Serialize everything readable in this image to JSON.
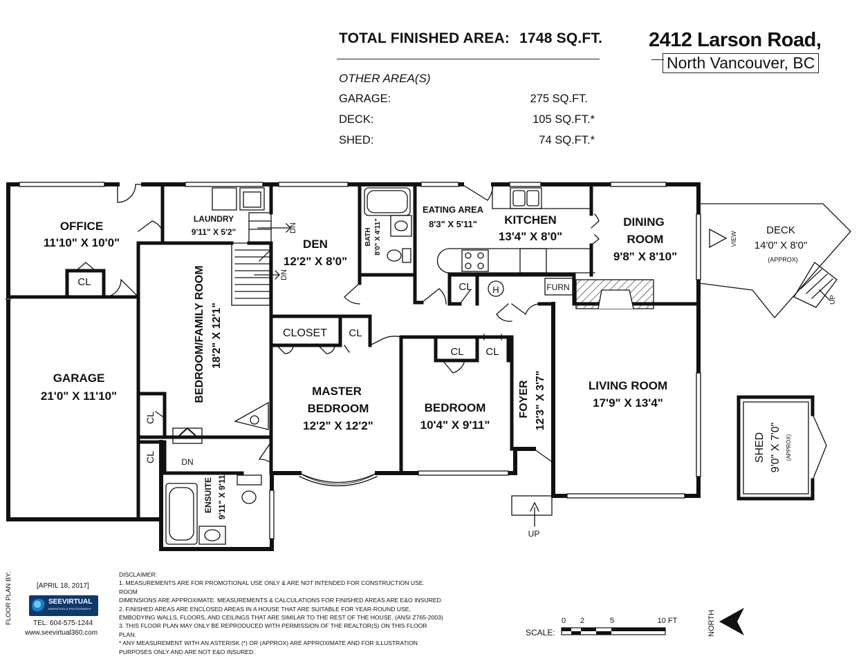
{
  "header": {
    "total_label": "TOTAL FINISHED AREA:",
    "total_value": "1748 SQ.FT.",
    "other_title": "OTHER AREA(S)",
    "other_areas": [
      {
        "name": "GARAGE:",
        "value": "275 SQ.FT."
      },
      {
        "name": "DECK:",
        "value": "105 SQ.FT.*"
      },
      {
        "name": "SHED:",
        "value": "74 SQ.FT.*"
      }
    ],
    "address_line1": "2412 Larson Road,",
    "address_line2": "North Vancouver, BC"
  },
  "rooms": {
    "office": {
      "name": "OFFICE",
      "dims": "11'10\" X 10'0\""
    },
    "laundry": {
      "name": "LAUNDRY",
      "dims": "9'11\" X 5'2\""
    },
    "den": {
      "name": "DEN",
      "dims": "12'2\" X 8'0\""
    },
    "bath": {
      "name": "BATH",
      "dims": "8'0\" X 4'11\""
    },
    "eating": {
      "name": "EATING AREA",
      "dims": "8'3\" X 5'11\""
    },
    "kitchen": {
      "name": "KITCHEN",
      "dims": "13'4\" X 8'0\""
    },
    "dining": {
      "name1": "DINING",
      "name2": "ROOM",
      "dims": "9'8\" X 8'10\""
    },
    "deck": {
      "name": "DECK",
      "dims": "14'0\" X 8'0\"",
      "approx": "(APPROX)"
    },
    "garage": {
      "name": "GARAGE",
      "dims": "21'0\" X 11'10\""
    },
    "family": {
      "name": "BEDROOM/FAMILY ROOM",
      "dims": "18'2\" X 12'1\""
    },
    "master": {
      "name1": "MASTER",
      "name2": "BEDROOM",
      "dims": "12'2\" X 12'2\""
    },
    "bedroom": {
      "name": "BEDROOM",
      "dims": "10'4\" X 9'11\""
    },
    "foyer": {
      "name": "FOYER",
      "dims": "12'3\" X 3'7\""
    },
    "living": {
      "name": "LIVING ROOM",
      "dims": "17'9\" X 13'4\""
    },
    "ensuite": {
      "name": "ENSUITE",
      "dims": "9'11\" X 9'11\""
    },
    "shed": {
      "name": "SHED",
      "dims": "9'0\" X 7'0\"",
      "approx": "(APPROX)"
    }
  },
  "marks": {
    "cl": "CL",
    "closet": "CLOSET",
    "dn": "DN",
    "up": "UP",
    "view": "VIEW",
    "furn": "FURN",
    "h": "H"
  },
  "footer": {
    "floor_plan_by": "FLOOR PLAN BY:",
    "date": "[APRIL 18, 2017]",
    "logo_name": "SEEVIRTUAL",
    "logo_sub": "MARKETING & PHOTOGRAPHY",
    "tel": "TEL: 604-575-1244",
    "web": "www.seevirtual360.com",
    "disclaimer": [
      "DISCLAIMER:",
      "1. MEASUREMENTS ARE FOR PROMOTIONAL USE ONLY & ARE NOT INTENDED FOR CONSTRUCTION USE. ROOM",
      "DIMENSIONS ARE APPROXIMATE.  MEASUREMENTS & CALCULATIONS FOR FINISHED AREAS ARE E&O INSURED.",
      "2. FINISHED AREAS ARE ENCLOSED AREAS IN A HOUSE THAT ARE SUITABLE FOR YEAR-ROUND USE,",
      "EMBODYING WALLS, FLOORS, AND CEILINGS THAT ARE SIMILAR TO THE REST OF THE HOUSE. (ANSI Z765-2003)",
      "3. THIS FLOOR PLAN MAY ONLY BE REPRODUCED WITH PERMISSION OF THE REALTOR(S) ON THIS FLOOR PLAN.",
      "* ANY MEASUREMENT WITH AN ASTERISK (*) OR (APPROX) ARE APPROXIMATE AND FOR ILLUSTRATION",
      "PURPOSES ONLY AND ARE NOT E&O INSURED."
    ],
    "scale_label": "SCALE:",
    "scale_ticks": [
      "0",
      "2",
      "5",
      "10 FT"
    ],
    "north": "NORTH"
  }
}
